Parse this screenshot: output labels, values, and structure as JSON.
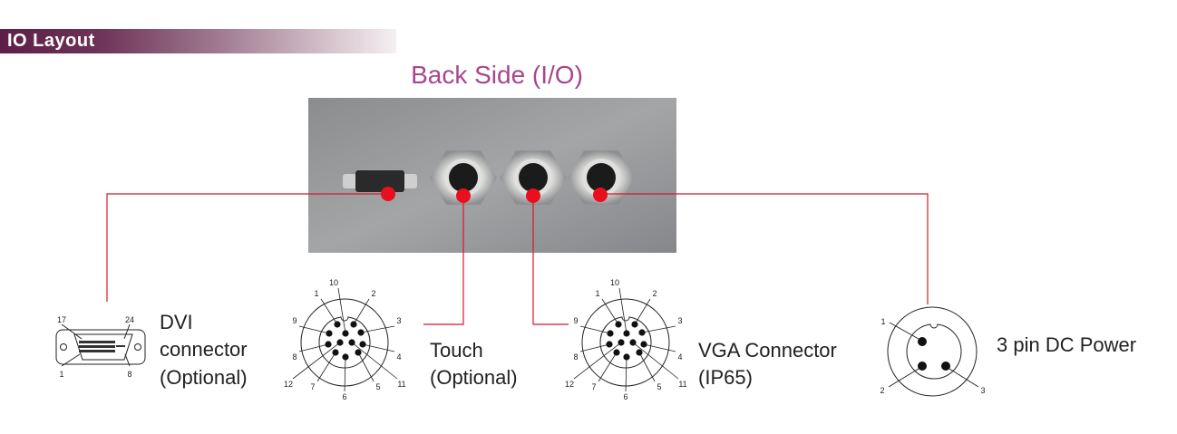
{
  "header": {
    "title": "IO Layout"
  },
  "diagram": {
    "title": "Back Side (I/O)",
    "colors": {
      "title": "#a8468c",
      "leader": "#d8182a",
      "header": "#5c1f47"
    },
    "connectors": [
      {
        "name": "dvi",
        "label_lines": [
          "DVI",
          "connector",
          "(Optional)"
        ],
        "pin_labels": [
          "17",
          "24",
          "1",
          "8"
        ]
      },
      {
        "name": "touch",
        "label_lines": [
          "Touch",
          "(Optional)"
        ],
        "pin_labels": [
          "1",
          "2",
          "3",
          "4",
          "5",
          "6",
          "7",
          "8",
          "9",
          "10",
          "11",
          "12"
        ]
      },
      {
        "name": "vga",
        "label_lines": [
          "VGA Connector",
          "(IP65)"
        ],
        "pin_labels": [
          "1",
          "2",
          "3",
          "4",
          "5",
          "6",
          "7",
          "8",
          "9",
          "10",
          "11",
          "12"
        ]
      },
      {
        "name": "dc-power",
        "label_lines": [
          "3 pin DC Power"
        ],
        "pin_labels": [
          "1",
          "2",
          "3"
        ]
      }
    ]
  }
}
